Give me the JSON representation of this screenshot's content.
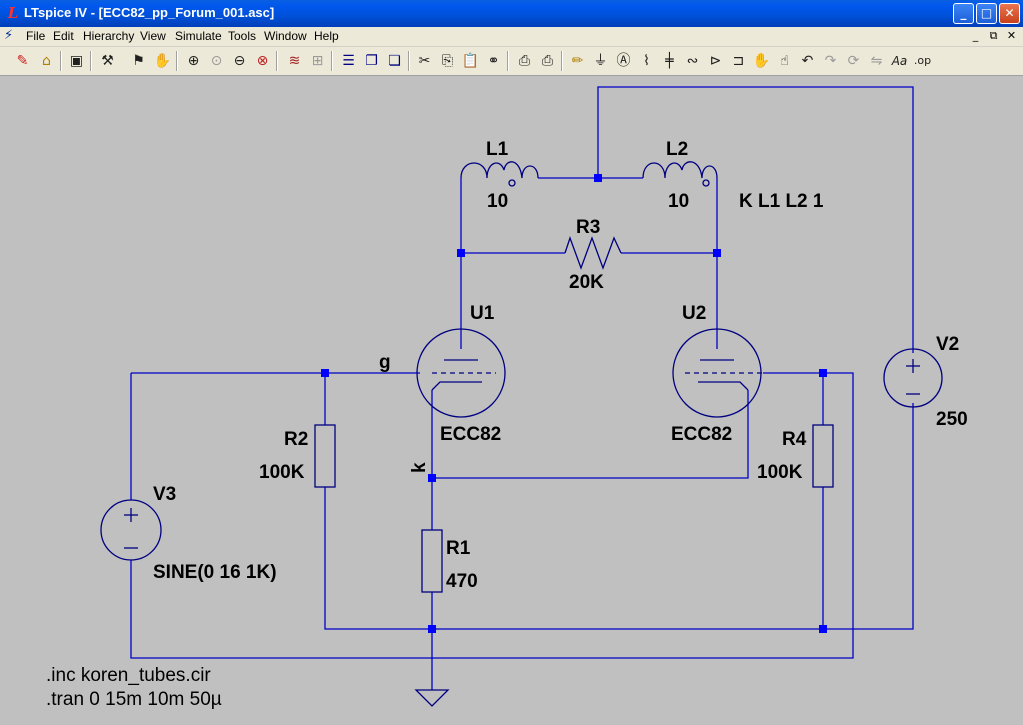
{
  "window": {
    "title": "LTspice IV - [ECC82_pp_Forum_001.asc]",
    "controls": {
      "minimize": "_",
      "maximize": "□",
      "close": "✕"
    }
  },
  "menu": {
    "items": [
      {
        "label": "File"
      },
      {
        "label": "Edit"
      },
      {
        "label": "Hierarchy"
      },
      {
        "label": "View"
      },
      {
        "label": "Simulate"
      },
      {
        "label": "Tools"
      },
      {
        "label": "Window"
      },
      {
        "label": "Help"
      }
    ],
    "mdi_controls": {
      "minimize": "_",
      "restore": "⧉",
      "close": "✕"
    }
  },
  "toolbar": {
    "icons": [
      "new-schematic-icon",
      "open-icon",
      "save-icon",
      "control-panel-icon",
      "run-icon",
      "halt-icon",
      "zoom-in-icon",
      "pan-icon",
      "zoom-out-icon",
      "zoom-fit-icon",
      "autorange-icon",
      "zoom-cancel-icon",
      "tile-horizontal-icon",
      "cascade-icon",
      "close-all-icon",
      "cut-icon",
      "copy-icon",
      "paste-icon",
      "find-icon",
      "print-setup-icon",
      "print-icon",
      "draw-wire-icon",
      "ground-icon",
      "label-net-icon",
      "resistor-icon",
      "capacitor-icon",
      "inductor-icon",
      "diode-icon",
      "component-icon",
      "move-icon",
      "drag-icon",
      "undo-icon",
      "redo-icon",
      "rotate-icon",
      "mirror-icon",
      "text-icon",
      "spice-directive-icon"
    ]
  },
  "schematic": {
    "components": {
      "L1": {
        "name": "L1",
        "value": "10"
      },
      "L2": {
        "name": "L2",
        "value": "10"
      },
      "R3": {
        "name": "R3",
        "value": "20K"
      },
      "U1": {
        "name": "U1",
        "value": "ECC82"
      },
      "U2": {
        "name": "U2",
        "value": "ECC82"
      },
      "R2": {
        "name": "R2",
        "value": "100K"
      },
      "R4": {
        "name": "R4",
        "value": "100K"
      },
      "R1": {
        "name": "R1",
        "value": "470"
      },
      "V2": {
        "name": "V2",
        "value": "250"
      },
      "V3": {
        "name": "V3",
        "value": "SINE(0 16 1K)"
      }
    },
    "net_labels": {
      "g": "g",
      "k": "k"
    },
    "coupling_directive": "K L1 L2 1",
    "directives": [
      ".inc koren_tubes.cir",
      ".tran 0 15m 10m 50µ"
    ]
  },
  "colors": {
    "wire": "#0000c8",
    "component": "#000080",
    "junction": "#0000ff",
    "background": "#c0c0c0"
  }
}
